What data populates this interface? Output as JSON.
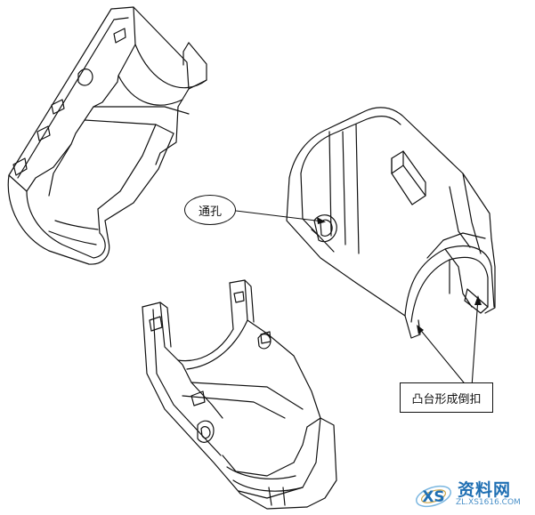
{
  "callouts": {
    "through_hole": "通孔",
    "boss_undercut": "凸台形成倒扣"
  },
  "watermark": {
    "title": "资料网",
    "url": "ZL.XS1616.COM",
    "logo_letters": "XS",
    "icon": "xs-logo-icon"
  },
  "colors": {
    "line": "#111111",
    "watermark_blue": "#1f6fb3",
    "watermark_light": "#4a90c8"
  }
}
